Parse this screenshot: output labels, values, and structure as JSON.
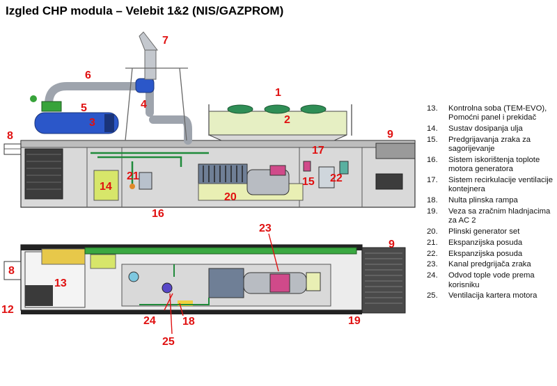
{
  "title": "Izgled CHP modula – Velebit 1&2 (NIS/GAZPROM)",
  "callouts": [
    "1",
    "2",
    "3",
    "4",
    "5",
    "6",
    "7",
    "8",
    "9",
    "12",
    "13",
    "14",
    "15",
    "16",
    "17",
    "20",
    "21",
    "22",
    "23",
    "24",
    "18",
    "25",
    "8",
    "9",
    "19"
  ],
  "legend": [
    {
      "num": "13.",
      "text": "Kontrolna soba (TEM-EVO), Pomoćni panel i prekidač"
    },
    {
      "num": "14.",
      "text": "Sustav dosipanja ulja"
    },
    {
      "num": "15.",
      "text": "Predgrijavanja zraka za sagorijevanje"
    },
    {
      "num": "16.",
      "text": "Sistem iskorištenja toplote motora generatora"
    },
    {
      "num": "17.",
      "text": "Sistem recirkulacije ventilacije kontejnera"
    },
    {
      "num": "18.",
      "text": "Nulta plinska rampa"
    },
    {
      "num": "19.",
      "text": "Veza sa zračnim hladnjacima za AC 2"
    },
    {
      "num": "20.",
      "text": "Plinski generator set"
    },
    {
      "num": "21.",
      "text": "Ekspanzijska posuda"
    },
    {
      "num": "22.",
      "text": "Ekspanzijska posuda"
    },
    {
      "num": "23.",
      "text": "Kanal predgrijača zraka"
    },
    {
      "num": "24.",
      "text": "Odvod tople vode prema korisniku"
    },
    {
      "num": "25.",
      "text": "Ventilacija kartera motora"
    }
  ]
}
